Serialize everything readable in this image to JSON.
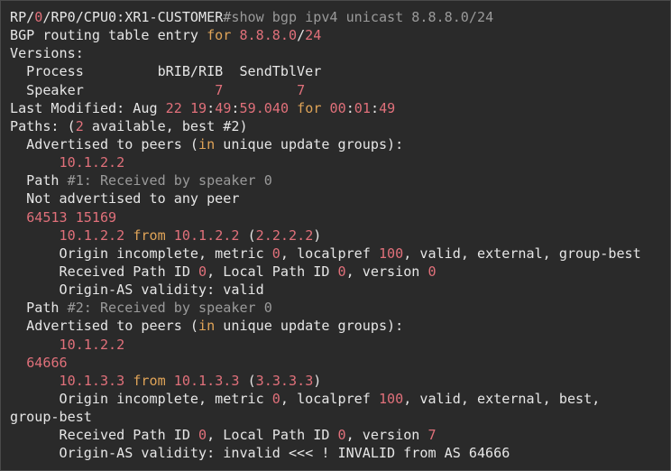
{
  "terminal": {
    "colors": {
      "background": "#2a2a2a",
      "text": "#e6e6e6",
      "number": "#e0707a",
      "keyword": "#e0a458",
      "comment": "#9a9a9a"
    },
    "lines": [
      [
        [
          "RP/",
          "w"
        ],
        [
          "0",
          "r"
        ],
        [
          "/RP0/CPU0:XR1-CUSTOMER",
          "w"
        ],
        [
          "#show bgp ipv4 unicast 8.8.8.0/24",
          "g"
        ]
      ],
      [
        [
          "BGP routing table entry ",
          "w"
        ],
        [
          "for",
          "o"
        ],
        [
          " ",
          "w"
        ],
        [
          "8.8.8.0",
          "r"
        ],
        [
          "/",
          "w"
        ],
        [
          "24",
          "r"
        ]
      ],
      [
        [
          "Versions:",
          "w"
        ]
      ],
      [
        [
          "  Process         bRIB/RIB  SendTblVer",
          "w"
        ]
      ],
      [
        [
          "  Speaker                ",
          "w"
        ],
        [
          "7",
          "r"
        ],
        [
          "         ",
          "w"
        ],
        [
          "7",
          "r"
        ]
      ],
      [
        [
          "Last Modified: Aug ",
          "w"
        ],
        [
          "22",
          "r"
        ],
        [
          " ",
          "w"
        ],
        [
          "19",
          "r"
        ],
        [
          ":",
          "w"
        ],
        [
          "49",
          "r"
        ],
        [
          ":",
          "w"
        ],
        [
          "59.040",
          "r"
        ],
        [
          " ",
          "w"
        ],
        [
          "for",
          "o"
        ],
        [
          " ",
          "w"
        ],
        [
          "00",
          "r"
        ],
        [
          ":",
          "w"
        ],
        [
          "01",
          "r"
        ],
        [
          ":",
          "w"
        ],
        [
          "49",
          "r"
        ]
      ],
      [
        [
          "Paths: (",
          "w"
        ],
        [
          "2",
          "r"
        ],
        [
          " available, best #2)",
          "w"
        ]
      ],
      [
        [
          "  Advertised to peers (",
          "w"
        ],
        [
          "in",
          "o"
        ],
        [
          " unique update groups):",
          "w"
        ]
      ],
      [
        [
          "      ",
          "w"
        ],
        [
          "10.1.2.2",
          "r"
        ]
      ],
      [
        [
          "  Path ",
          "w"
        ],
        [
          "#1: Received by speaker 0",
          "g"
        ]
      ],
      [
        [
          "  Not advertised to any peer",
          "w"
        ]
      ],
      [
        [
          "  ",
          "w"
        ],
        [
          "64513 15169",
          "r"
        ]
      ],
      [
        [
          "      ",
          "w"
        ],
        [
          "10.1.2.2",
          "r"
        ],
        [
          " ",
          "w"
        ],
        [
          "from",
          "o"
        ],
        [
          " ",
          "w"
        ],
        [
          "10.1.2.2",
          "r"
        ],
        [
          " (",
          "w"
        ],
        [
          "2.2.2.2",
          "r"
        ],
        [
          ")",
          "w"
        ]
      ],
      [
        [
          "      Origin incomplete, metric ",
          "w"
        ],
        [
          "0",
          "r"
        ],
        [
          ", localpref ",
          "w"
        ],
        [
          "100",
          "r"
        ],
        [
          ", valid, external, group-best",
          "w"
        ]
      ],
      [
        [
          "      Received Path ID ",
          "w"
        ],
        [
          "0",
          "r"
        ],
        [
          ", Local Path ID ",
          "w"
        ],
        [
          "0",
          "r"
        ],
        [
          ", version ",
          "w"
        ],
        [
          "0",
          "r"
        ]
      ],
      [
        [
          "      Origin-AS validity: valid",
          "w"
        ]
      ],
      [
        [
          "  Path ",
          "w"
        ],
        [
          "#2: Received by speaker 0",
          "g"
        ]
      ],
      [
        [
          "  Advertised to peers (",
          "w"
        ],
        [
          "in",
          "o"
        ],
        [
          " unique update groups):",
          "w"
        ]
      ],
      [
        [
          "      ",
          "w"
        ],
        [
          "10.1.2.2",
          "r"
        ]
      ],
      [
        [
          "  ",
          "w"
        ],
        [
          "64666",
          "r"
        ]
      ],
      [
        [
          "      ",
          "w"
        ],
        [
          "10.1.3.3",
          "r"
        ],
        [
          " ",
          "w"
        ],
        [
          "from",
          "o"
        ],
        [
          " ",
          "w"
        ],
        [
          "10.1.3.3",
          "r"
        ],
        [
          " (",
          "w"
        ],
        [
          "3.3.3.3",
          "r"
        ],
        [
          ")",
          "w"
        ]
      ],
      [
        [
          "      Origin incomplete, metric ",
          "w"
        ],
        [
          "0",
          "r"
        ],
        [
          ", localpref ",
          "w"
        ],
        [
          "100",
          "r"
        ],
        [
          ", valid, external, best,",
          "w"
        ]
      ],
      [
        [
          "group-best",
          "w"
        ]
      ],
      [
        [
          "      Received Path ID ",
          "w"
        ],
        [
          "0",
          "r"
        ],
        [
          ", Local Path ID ",
          "w"
        ],
        [
          "0",
          "r"
        ],
        [
          ", version ",
          "w"
        ],
        [
          "7",
          "r"
        ]
      ],
      [
        [
          "      Origin-AS validity: invalid <<< ! INVALID from AS 64666",
          "w"
        ]
      ]
    ]
  }
}
